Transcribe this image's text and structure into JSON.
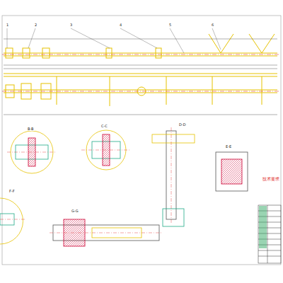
{
  "diagram": {
    "labels": [
      "1",
      "2",
      "3",
      "4",
      "5",
      "6",
      "B-B",
      "C-C",
      "D-D",
      "E-E",
      "F-F",
      "G-G",
      "技术要求"
    ]
  }
}
